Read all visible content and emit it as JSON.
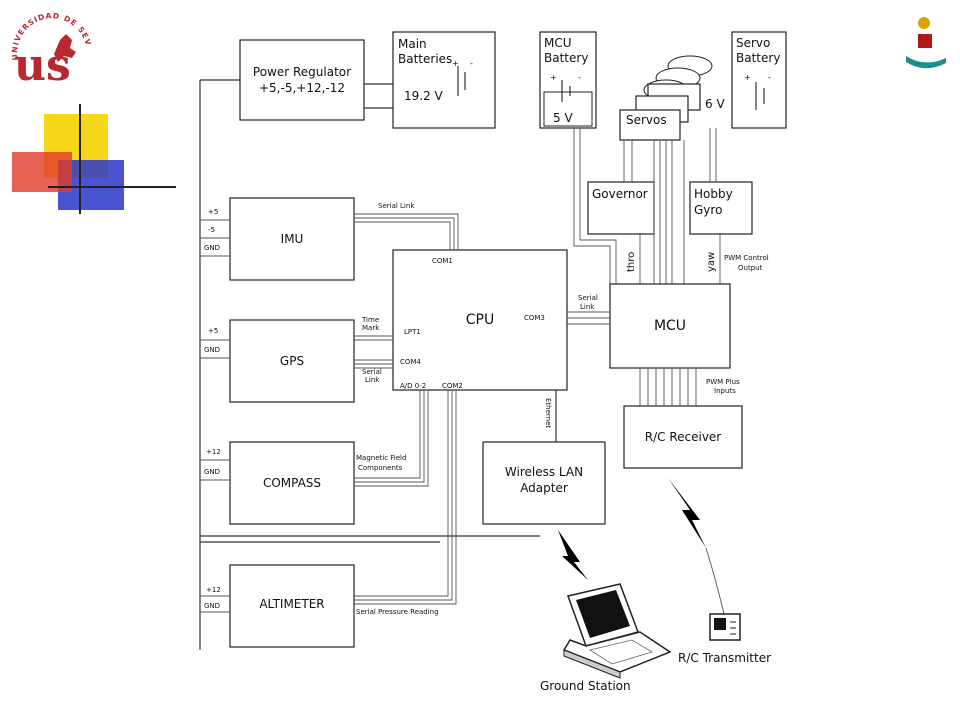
{
  "logo": {
    "university_text": "UNIVERSIDAD DE SEVILLA",
    "monogram": "us"
  },
  "colors": {
    "logo_red": "#b8282c",
    "deco_yellow": "#f7d100",
    "deco_red": "#e23a2a",
    "deco_blue": "#2a36c8",
    "right_logo_gold": "#d9a300",
    "right_logo_red": "#b01818",
    "right_logo_teal": "#1a8f92"
  },
  "diagram": {
    "power_regulator": {
      "title": "Power Regulator",
      "voltages": "+5,-5,+12,-12"
    },
    "main_batteries": {
      "line1": "Main",
      "line2": "Batteries",
      "voltage": "19.2 V"
    },
    "mcu_battery": {
      "line1": "MCU",
      "line2": "Battery",
      "voltage": "5 V"
    },
    "servos": {
      "label": "Servos"
    },
    "servo_battery": {
      "line1": "Servo",
      "line2": "Battery",
      "voltage": "6 V"
    },
    "governor": {
      "label": "Governor"
    },
    "hobby_gyro": {
      "line1": "Hobby",
      "line2": "Gyro"
    },
    "imu": {
      "label": "IMU",
      "pin1": "+5",
      "pin2": "-5",
      "pin3": "GND",
      "link": "Serial Link"
    },
    "gps": {
      "label": "GPS",
      "pin1": "+5",
      "pin2": "GND",
      "time_mark_1": "Time",
      "time_mark_2": "Mark",
      "serial_1": "Serial",
      "serial_2": "Link"
    },
    "compass": {
      "label": "COMPASS",
      "pin1": "+12",
      "pin2": "GND",
      "mag_1": "Magnetic Field",
      "mag_2": "Components"
    },
    "altimeter": {
      "label": "ALTIMETER",
      "pin1": "+12",
      "pin2": "GND",
      "link": "Serial Pressure Reading"
    },
    "cpu": {
      "label": "CPU",
      "com1": "COM1",
      "com3": "COM3",
      "lpt1": "LPT1",
      "com4": "COM4",
      "ad": "A/D 0-2",
      "com2": "COM2"
    },
    "mcu": {
      "label": "MCU",
      "serial_1": "Serial",
      "serial_2": "Link",
      "thro": "thro",
      "yaw": "yaw",
      "pwm_ctrl_1": "PWM Control",
      "pwm_ctrl_2": "Output",
      "pwm_in_1": "PWM Plus",
      "pwm_in_2": "Inputs"
    },
    "ethernet": {
      "label": "Ethernet"
    },
    "wireless": {
      "line1": "Wireless LAN",
      "line2": "Adapter"
    },
    "rc_receiver": {
      "label": "R/C Receiver"
    },
    "ground_station": {
      "label": "Ground Station"
    },
    "rc_transmitter": {
      "label": "R/C Transmitter"
    }
  }
}
